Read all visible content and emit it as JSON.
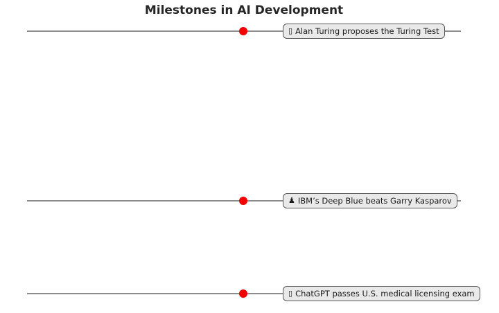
{
  "chart_data": {
    "type": "timeline",
    "title": "Milestones in AI Development",
    "orientation": "vertical",
    "grid": false,
    "legend": "none",
    "line_color": "#8c8c8c",
    "marker": {
      "shape": "circle",
      "color": "#f20000"
    },
    "label_box": {
      "fill": "#e9e9e9",
      "border": "#555555",
      "text_color": "#1a1a1a"
    },
    "events": [
      {
        "label": "Alan Turing proposes the Turing Test",
        "icon": "▯",
        "icon_name": "missing-glyph-icon"
      },
      {
        "label": "IBM’s Deep Blue beats Garry Kasparov",
        "icon": "♟",
        "icon_name": "chess-pawn-icon"
      },
      {
        "label": "ChatGPT passes U.S. medical licensing exam",
        "icon": "▯",
        "icon_name": "missing-glyph-icon"
      }
    ]
  },
  "background": "#ffffff"
}
